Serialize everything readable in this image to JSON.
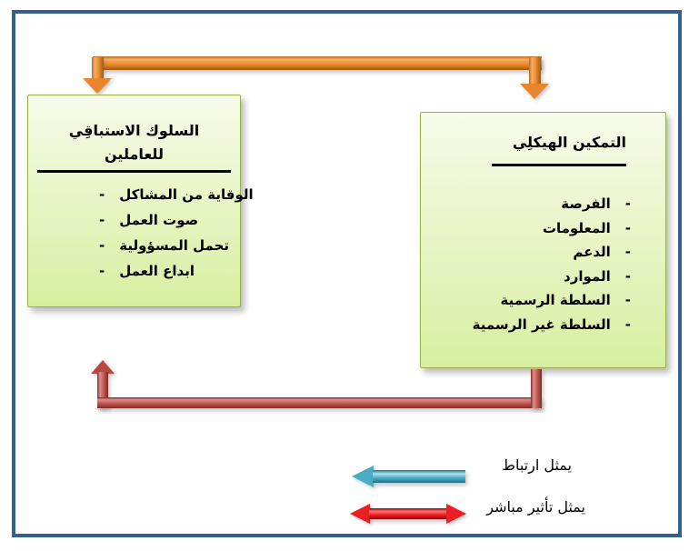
{
  "diagram": {
    "left_box": {
      "title": "السلوك الاستباقِي للعاملين",
      "items": [
        "الوقاية من المشاكل",
        "صوت العمل",
        "تحمل المسؤولية",
        "ابداع العمل"
      ]
    },
    "right_box": {
      "title": "التمكين الهيكلِي",
      "items": [
        "الفرصة",
        "المعلومات",
        "الدعم",
        "الموارد",
        "السلطة الرسمية",
        "السلطة غير الرسمية"
      ]
    },
    "bullet": "-",
    "legend": {
      "correlation": "يمثل ارتباط",
      "direct_effect": "يمثل تأثير مباشر"
    },
    "colors": {
      "frame_border": "#365F91",
      "box_fill_top": "#F6FBEA",
      "box_fill_bottom": "#D8EFA2",
      "box_border": "#94B049",
      "top_connector_orange": "#E8862B",
      "bottom_connector_red": "#C0504D",
      "legend_correlation_arrow": "#4BACC6",
      "legend_direct_effect_arrow": "#EE1C23"
    }
  }
}
